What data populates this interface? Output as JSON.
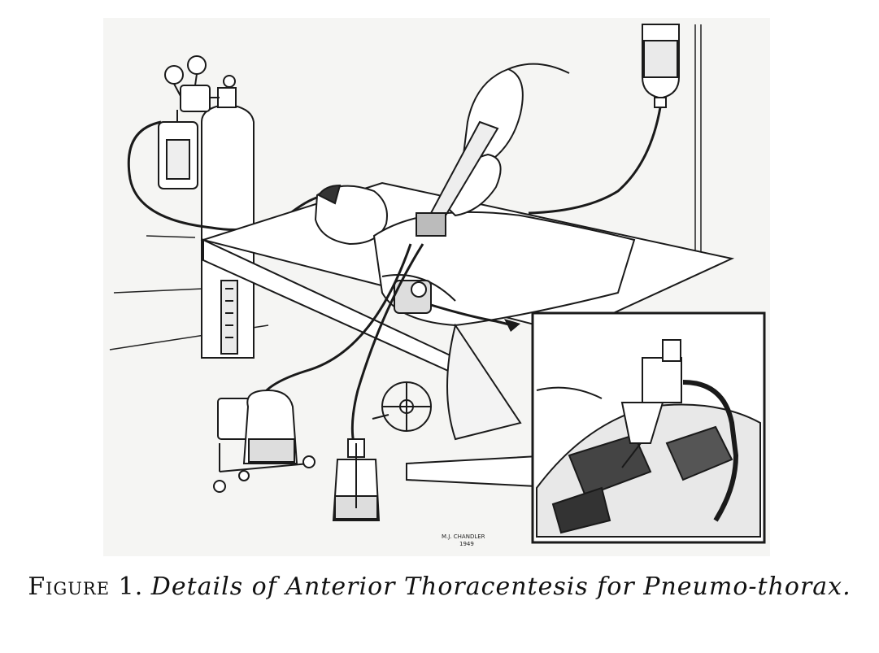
{
  "figure": {
    "label": "Figure 1.",
    "title": "Details of Anterior Thoracentesis for Pneumo-thorax.",
    "signature": "M.J. CHANDLER 1949"
  },
  "colors": {
    "paper": "#ffffff",
    "background_tint": "#f6f6f4",
    "ink": "#1a1a1a",
    "shading": "#3a3a3a"
  }
}
